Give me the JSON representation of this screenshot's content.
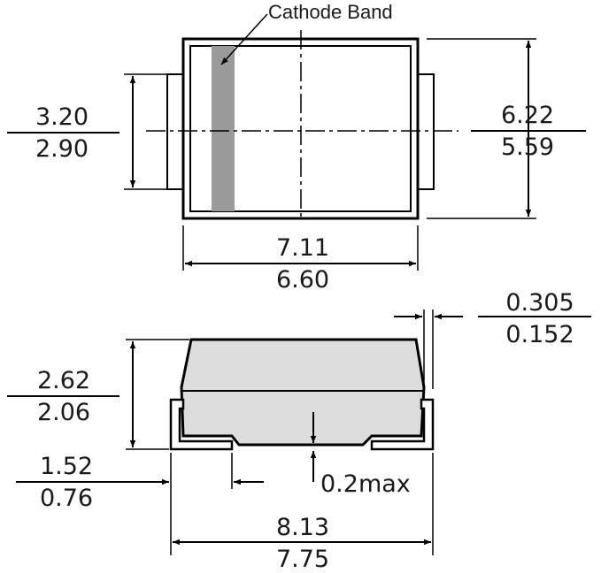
{
  "labels": {
    "cathode_band": "Cathode Band"
  },
  "top_view": {
    "height": {
      "max": "3.20",
      "min": "2.90"
    },
    "width_right": {
      "max": "6.22",
      "min": "5.59"
    },
    "length": {
      "max": "7.11",
      "min": "6.60"
    }
  },
  "side_view": {
    "lead_thickness": {
      "max": "0.305",
      "min": "0.152"
    },
    "height": {
      "max": "2.62",
      "min": "2.06"
    },
    "lead_length": {
      "max": "1.52",
      "min": "0.76"
    },
    "standoff": "0.2max",
    "overall_length": {
      "max": "8.13",
      "min": "7.75"
    }
  },
  "colors": {
    "outline": "#000000",
    "cathode_band": "#9a9a9a",
    "body_side": "#dcdcdc"
  }
}
